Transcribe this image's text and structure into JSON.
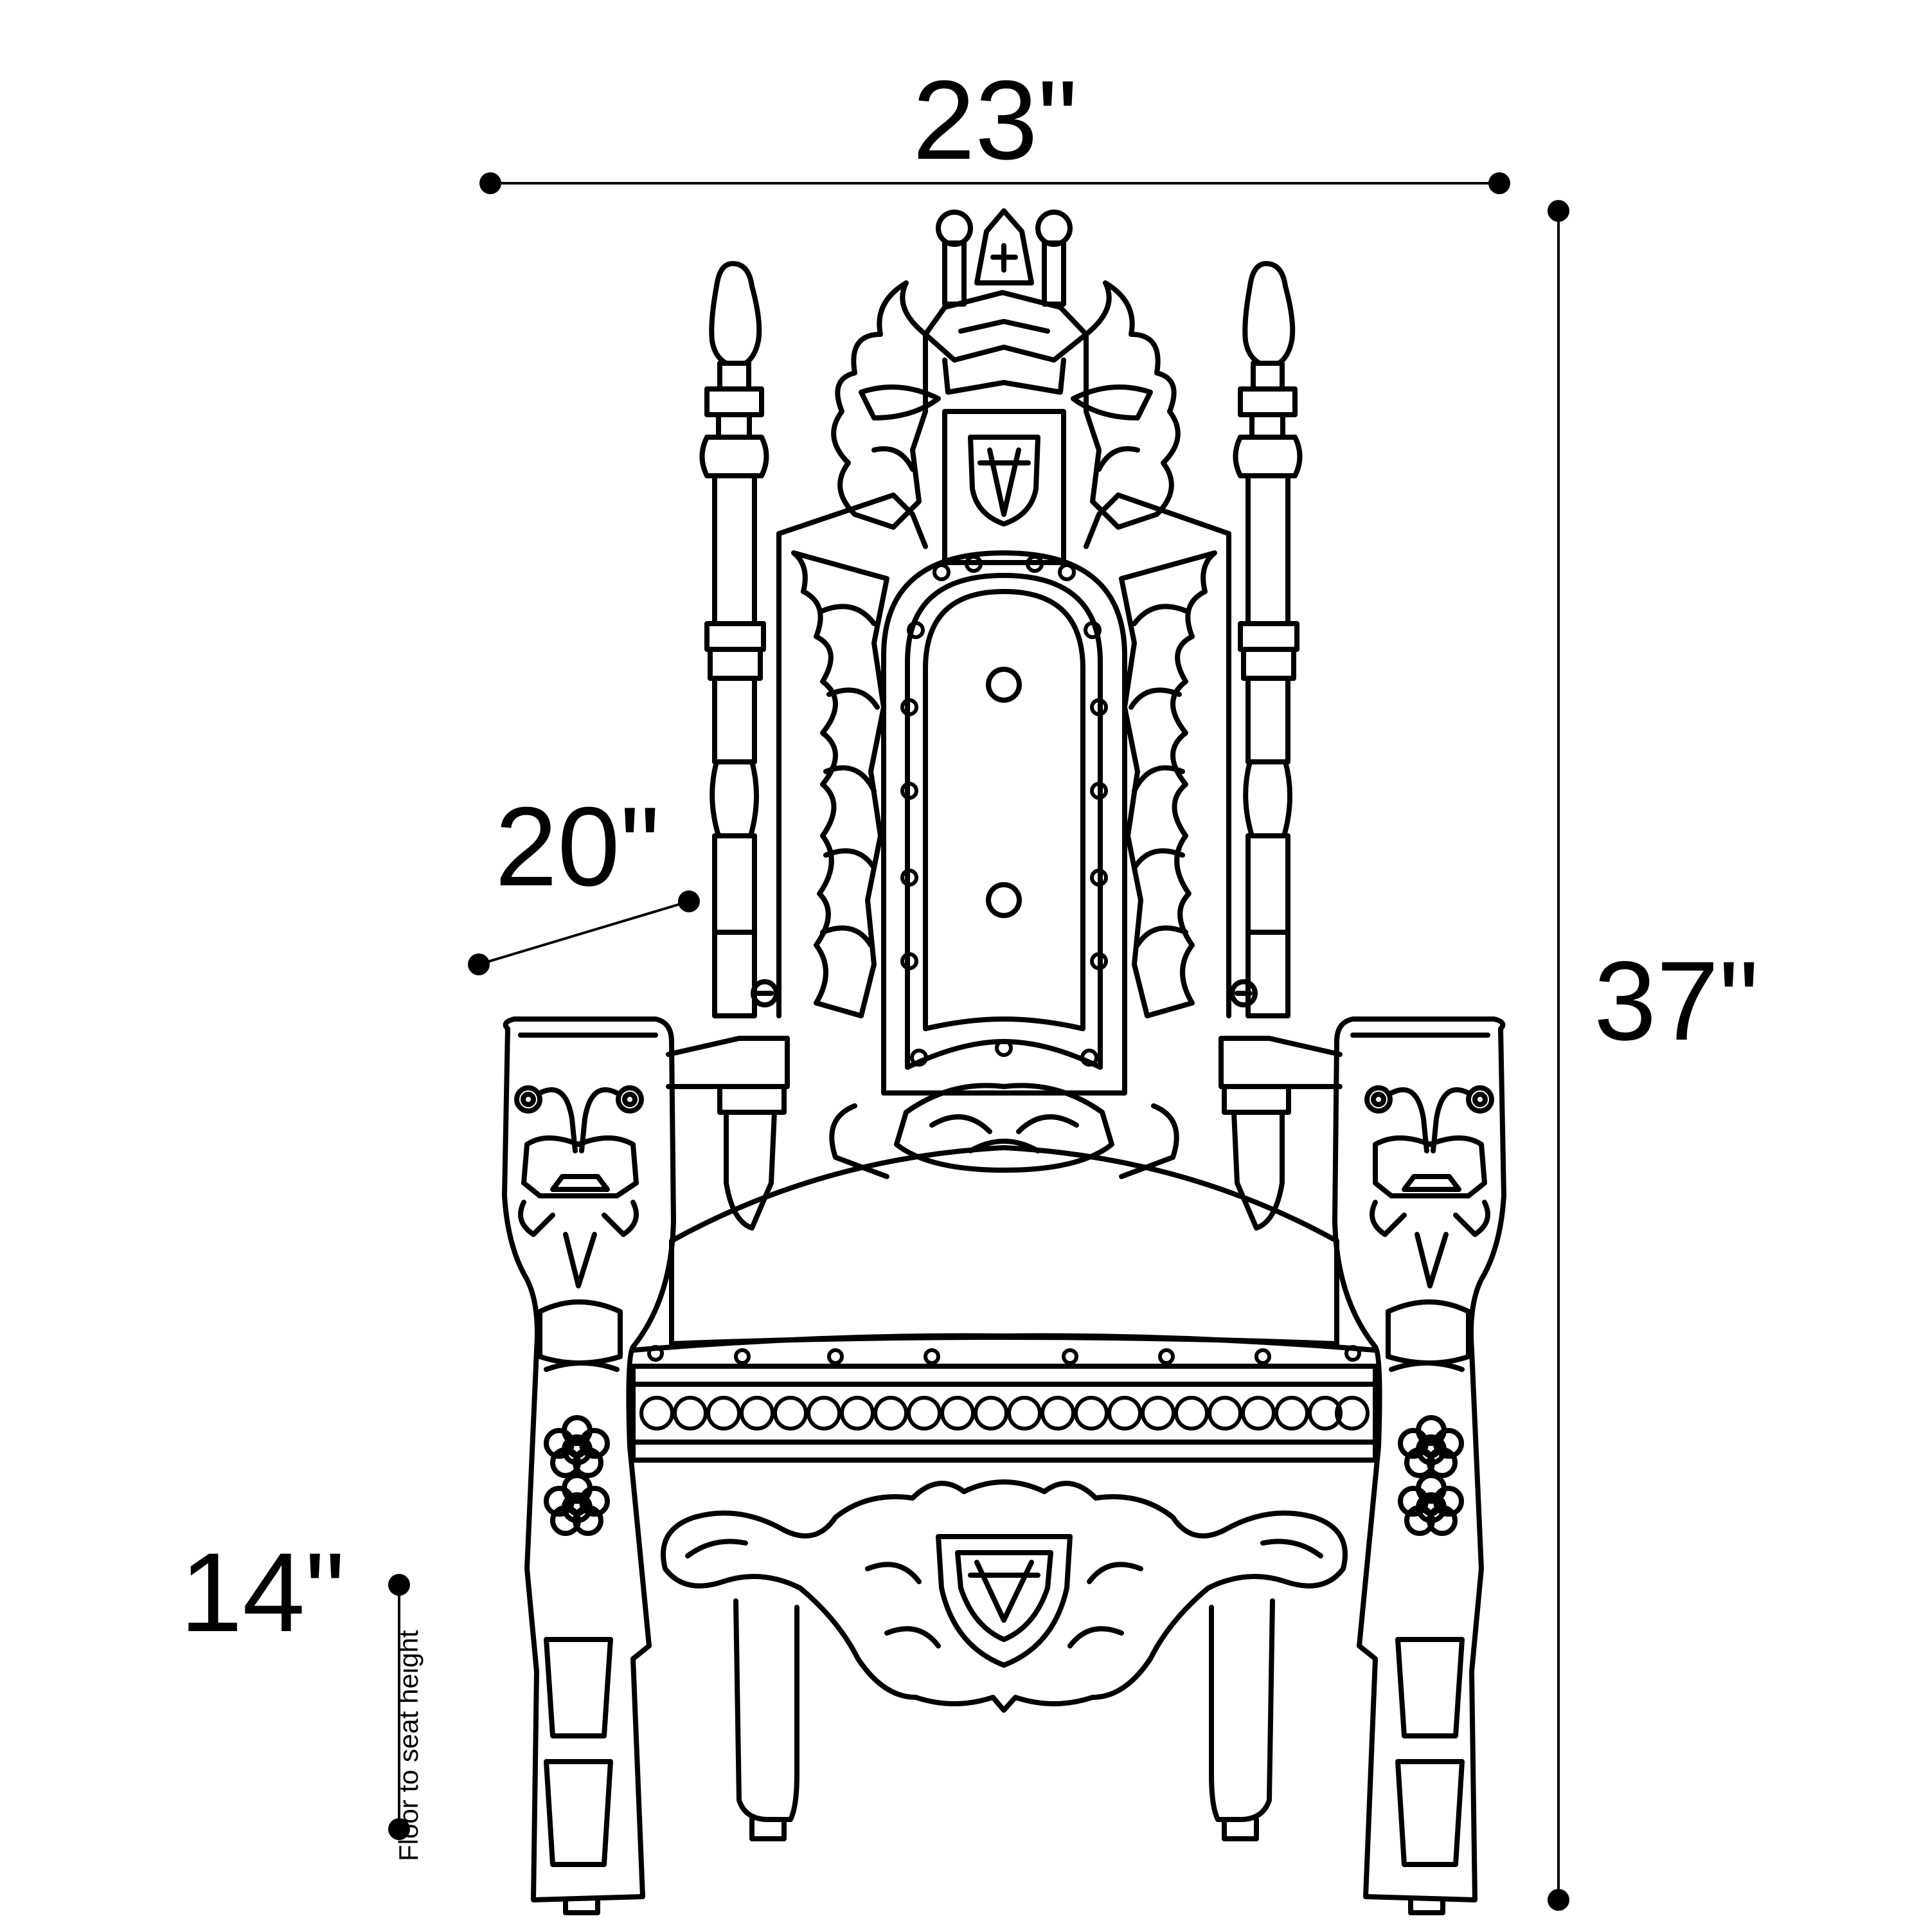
{
  "dimensions": {
    "width": {
      "label": "23\""
    },
    "depth": {
      "label": "20\""
    },
    "height": {
      "label": "37\""
    },
    "seat_height": {
      "label": "14\"",
      "caption": "Floor to seat height"
    }
  },
  "colors": {
    "line": "#000000",
    "background": "#ffffff"
  }
}
